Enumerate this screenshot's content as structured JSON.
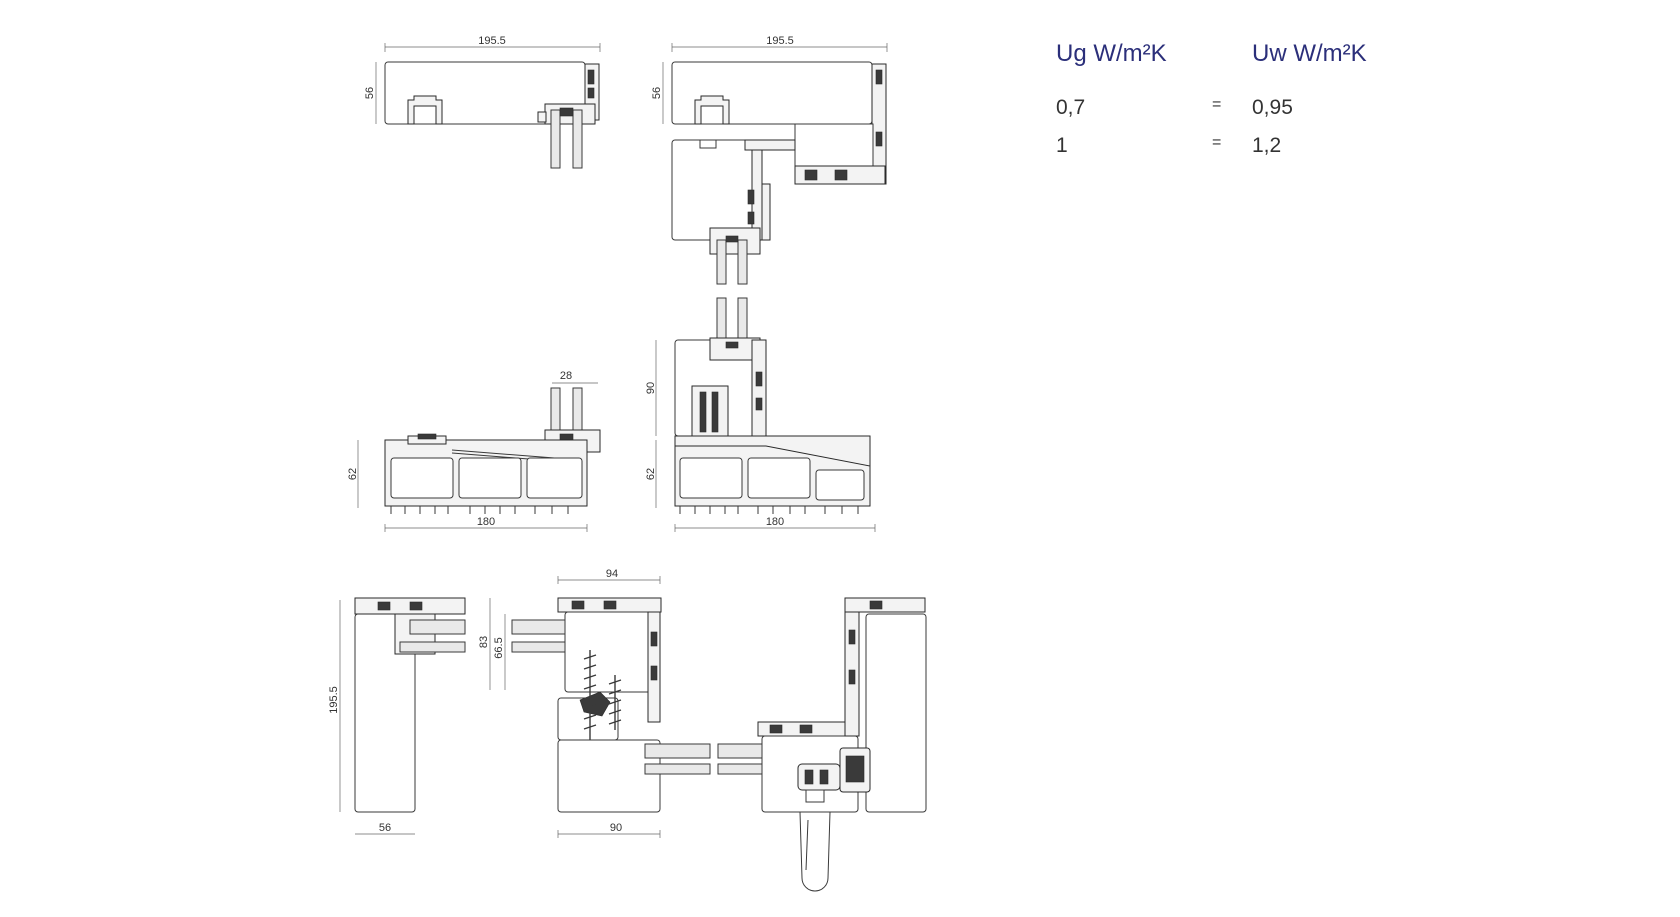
{
  "dimensions": {
    "top_left_width": "195.5",
    "top_left_height": "56",
    "top_right_width": "195.5",
    "top_right_height": "56",
    "sill_glass": "28",
    "sill_left_height": "62",
    "sill_left_width": "180",
    "sill_right_upper_height": "90",
    "sill_right_height": "62",
    "sill_right_width": "180",
    "plan_left_height": "195.5",
    "plan_left_width": "56",
    "plan_mid_top": "94",
    "plan_mid_a": "83",
    "plan_mid_b": "66.5",
    "plan_mid_width": "90"
  },
  "values": {
    "header_ug": "Ug W/m²K",
    "header_uw": "Uw W/m²K",
    "rows": [
      {
        "ug": "0,7",
        "eq": "=",
        "uw": "0,95"
      },
      {
        "ug": "1",
        "eq": "=",
        "uw": "1,2"
      }
    ]
  },
  "colors": {
    "accent": "#2b2f7a",
    "line": "#3a3a3a"
  }
}
